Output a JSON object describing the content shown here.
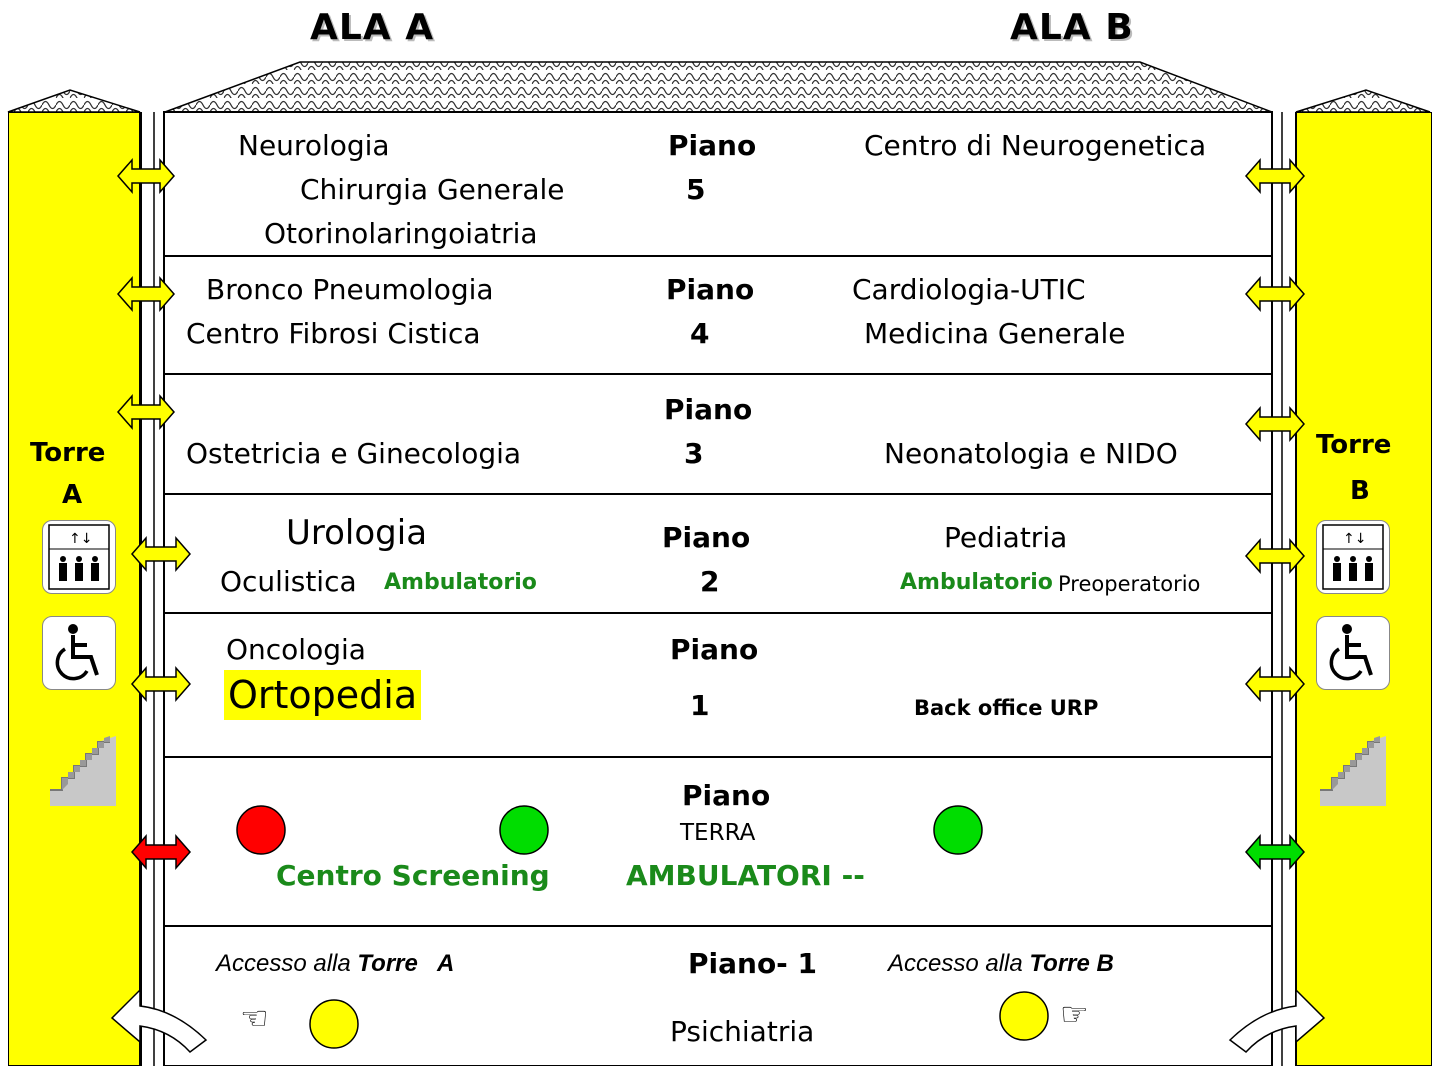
{
  "wings": {
    "a": "ALA A",
    "b": "ALA B"
  },
  "towers": {
    "a": {
      "label_line1": "Torre",
      "label_line2": "A"
    },
    "b": {
      "label_line1": "Torre",
      "label_line2": "B"
    }
  },
  "floors": {
    "f5": {
      "piano": "Piano",
      "number": "5",
      "left": [
        "Neurologia",
        "Chirurgia Generale",
        "Otorinolaringoiatria"
      ],
      "right": [
        "Centro di Neurogenetica"
      ]
    },
    "f4": {
      "piano": "Piano",
      "number": "4",
      "left": [
        "Bronco Pneumologia",
        "Centro Fibrosi Cistica"
      ],
      "right": [
        "Cardiologia-UTIC",
        "Medicina Generale"
      ]
    },
    "f3": {
      "piano": "Piano",
      "number": "3",
      "left": [
        "Ostetricia e Ginecologia"
      ],
      "right": [
        "Neonatologia e NIDO"
      ]
    },
    "f2": {
      "piano": "Piano",
      "number": "2",
      "left": [
        "Urologia",
        "Oculistica",
        "Ambulatorio"
      ],
      "right": [
        "Pediatria",
        "Ambulatorio",
        "Preoperatorio"
      ]
    },
    "f1": {
      "piano": "Piano",
      "number": "1",
      "left": [
        "Oncologia",
        "Ortopedia"
      ],
      "right": [
        "Back office URP"
      ]
    },
    "f0": {
      "piano": "Piano",
      "number": "TERRA",
      "left": [
        "Centro Screening"
      ],
      "center": "AMBULATORI --"
    },
    "fm1": {
      "piano": "Piano- 1",
      "access_a_prefix": "Accesso alla ",
      "access_a_torre": "Torre   A",
      "access_b_prefix": "Accesso alla ",
      "access_b_torre": "Torre B",
      "center": "Psichiatria"
    }
  },
  "colors": {
    "tower": "#ffff00",
    "arrow_yellow": "#ffff00",
    "arrow_red": "#ff0000",
    "arrow_green": "#00dd00",
    "text_green": "#1a8a1a",
    "dot_red": "#ff0000",
    "dot_green": "#00dd00",
    "dot_yellow": "#ffff00"
  },
  "icons": [
    "elevator-icon",
    "wheelchair-icon",
    "stairs-icon",
    "pointing-hand-icon",
    "arrow-icon",
    "roof-pattern"
  ]
}
